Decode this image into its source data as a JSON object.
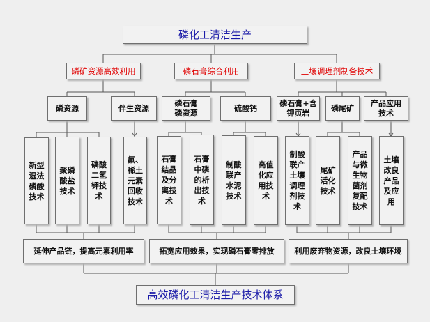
{
  "title": "磷化工清洁生产",
  "branches": [
    "磷矿资源高效利用",
    "磷石膏综合利用",
    "土壤调理剂制备技术"
  ],
  "categories": [
    "磷资源",
    "伴生资源",
    "磷石膏磷资源",
    "硫酸钙",
    "磷石膏+含钾页岩",
    "磷尾矿",
    "产品应用技术"
  ],
  "technologies": [
    "新型湿法磷酸技术",
    "聚磷酸盐技术",
    "磷酸二氢钾技术",
    "氟、稀土元素回收技术",
    "石膏结晶及分离技术",
    "石膏中磷的析出技术",
    "制酸联产水泥技术",
    "高值化应用技术",
    "制酸联产土壤调理剂技术",
    "尾矿活化技术",
    "产品与微生物菌剂复配技术",
    "土壤改良产品及应用"
  ],
  "outcomes": [
    "延伸产品链，提高元素利用率",
    "拓宽应用效果，实现磷石膏零排放",
    "利用废弃物资源，改良土壤环境"
  ],
  "result": "高效磷化工清洁生产技术体系"
}
